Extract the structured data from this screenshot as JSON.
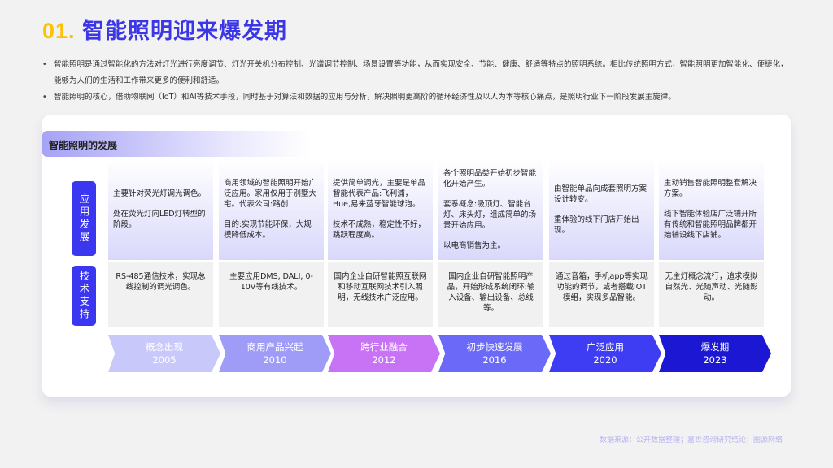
{
  "header": {
    "number": "01.",
    "title": "智能照明迎来爆发期"
  },
  "bullets": [
    "智能照明是通过智能化的方法对灯光进行亮度调节、灯光开关机分布控制、光谱调节控制、场景设置等功能，从而实现安全、节能、健康、舒适等特点的照明系统。相比传统照明方式，智能照明更加智能化、便捷化，能够为人们的生活和工作带来更多的便利和舒适。",
    "智能照明的核心，借助物联网（IoT）和AI等技术手段，同时基于对算法和数据的应用与分析，解决照明更高阶的循环经济性及以人为本等核心痛点，是照明行业下一阶段发展主旋律。"
  ],
  "card": {
    "title": "智能照明的发展",
    "row_labels": [
      "应用发展",
      "技术支持"
    ],
    "stages": [
      {
        "name": "概念出现",
        "year": "2005",
        "color": "#c9c8fb",
        "app": [
          "主要针对荧光灯调光调色。",
          "处在荧光灯向LED灯转型的阶段。"
        ],
        "tech": "RS-485通信技术，实现总线控制的调光调色。"
      },
      {
        "name": "商用产品兴起",
        "year": "2010",
        "color": "#9f9cf8",
        "app": [
          "商用领域的智能照明开始广泛应用。家用仅用于别墅大宅。代表公司:路创",
          "目的:实现节能环保，大规模降低成本。"
        ],
        "tech": "主要应用DMS, DALI, 0-10V等有线技术。"
      },
      {
        "name": "跨行业融合",
        "year": "2012",
        "color": "#c873f5",
        "app": [
          "提供简单调光，主要是单品智能代表产品:飞利浦，Hue,易来蓝牙智能球泡。",
          "技术不成熟，稳定性不好，跳跃程度高。"
        ],
        "tech": "国内企业自研智能照互联网和移动互联网技术引入照明，无线技术广泛应用。"
      },
      {
        "name": "初步快速发展",
        "year": "2016",
        "color": "#6b69f8",
        "app": [
          "各个照明品类开始初步智能化开始产生。",
          "套系概念:吸顶灯、智能台灯、床头灯，组成简单的场景开始应用。",
          "以电商销售为主。"
        ],
        "tech": "国内企业自研智能照明产品，开始形成系统闭环:输入设备、输出设备、总线等。"
      },
      {
        "name": "广泛应用",
        "year": "2020",
        "color": "#3f3df3",
        "app": [
          "由智能单品向成套照明方案设计转变。",
          "重体验的线下门店开始出现。"
        ],
        "tech": "通过音箱，手机app等实现功能的调节，或者搭载IOT模组，实现多品智能。"
      },
      {
        "name": "爆发期",
        "year": "2023",
        "color": "#1c17d2",
        "app": [
          "主动销售智能照明整套解决方案。",
          "线下智能体验店广泛铺开所有传统和智能照明品牌都开始铺设线下店铺。"
        ],
        "tech": "无主灯概念流行，追求模拟自然光、光随声动、光随影动。"
      }
    ]
  },
  "source": "数据来源：公开数据整理；嘉世咨询研究结论；图源网络"
}
